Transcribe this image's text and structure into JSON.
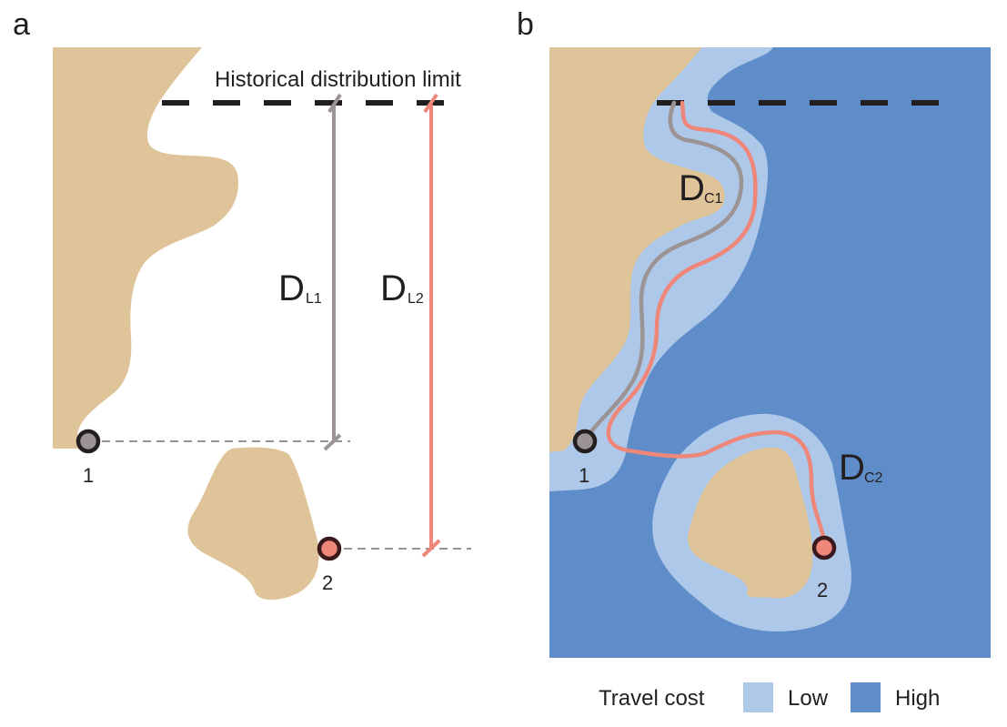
{
  "panels": {
    "a": {
      "label": "a",
      "limit_label": "Historical distribution limit",
      "distance_1": {
        "main": "D",
        "sub": "L1"
      },
      "distance_2": {
        "main": "D",
        "sub": "L2"
      },
      "site_1": "1",
      "site_2": "2"
    },
    "b": {
      "label": "b",
      "distance_1": {
        "main": "D",
        "sub": "C1"
      },
      "distance_2": {
        "main": "D",
        "sub": "C2"
      },
      "site_1": "1",
      "site_2": "2"
    }
  },
  "legend": {
    "title": "Travel cost",
    "items": [
      {
        "label": "Low",
        "color": "#aec8e9"
      },
      {
        "label": "High",
        "color": "#5e8dc9"
      }
    ]
  },
  "colors": {
    "land": "#dfc399",
    "low_cost": "#aec8e9",
    "high_cost": "#5e8dc9",
    "path_site_1": "#9c9394",
    "path_site_2": "#ee8679",
    "site_1_fill": "#9c9394",
    "site_2_fill": "#ee8679",
    "outline": "#231f20",
    "limit_line": "#231f20"
  }
}
